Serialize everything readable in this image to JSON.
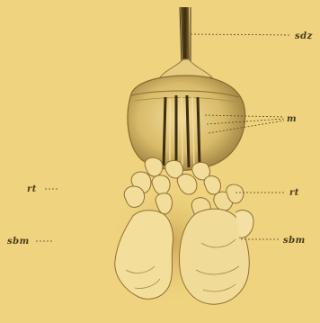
{
  "labels": {
    "sdz": "sdz",
    "m": "m",
    "rt_left": "rt",
    "rt_right": "rt",
    "sbm_left": "sbm",
    "sbm_right": "sbm"
  },
  "colors": {
    "background": "#efd37e",
    "ink": "#4a3a1c",
    "shade": "#c9a95a",
    "light": "#f4e2a4"
  }
}
